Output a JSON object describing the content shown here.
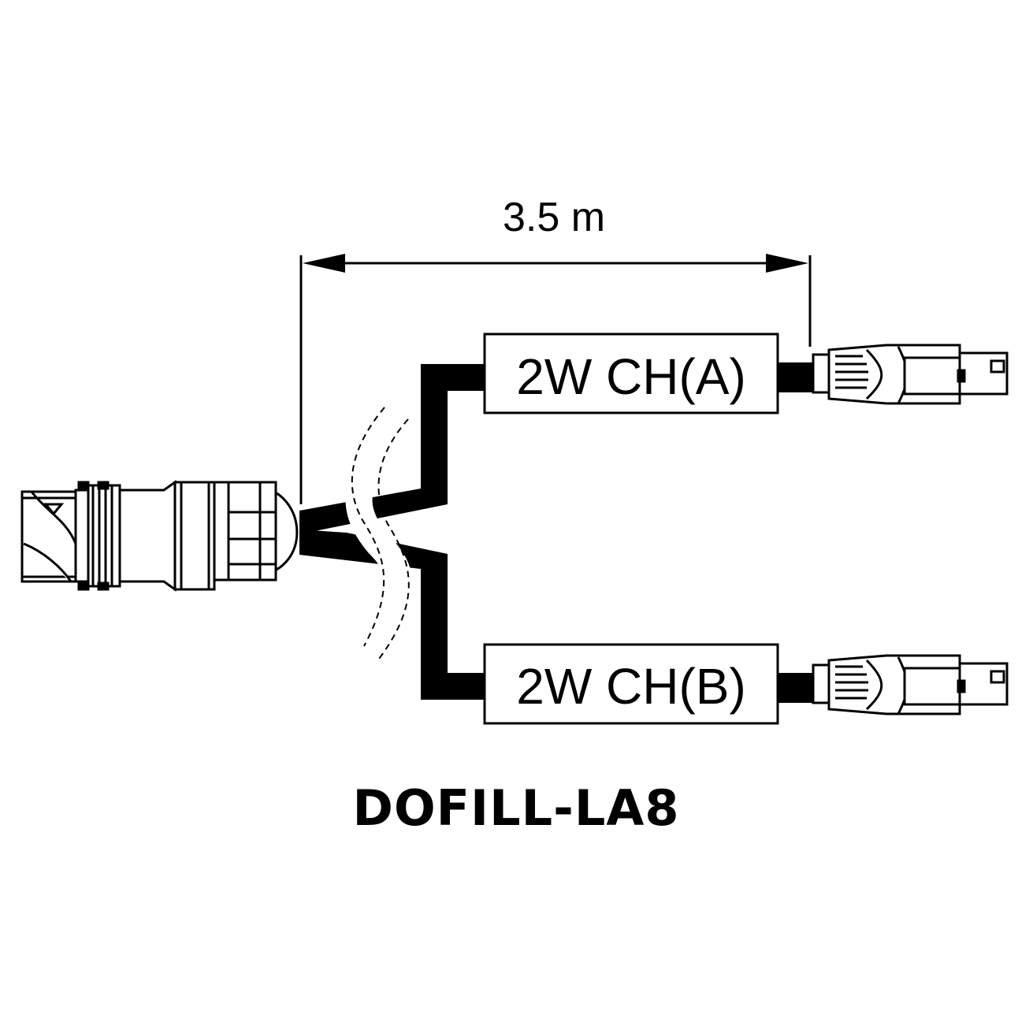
{
  "dimension": {
    "label": "3.5 m"
  },
  "channels": [
    {
      "label": "2W CH(A)"
    },
    {
      "label": "2W CH(B)"
    }
  ],
  "model": {
    "label": "DOFILL-LA8"
  },
  "colors": {
    "ink": "#000000",
    "paper": "#ffffff"
  }
}
